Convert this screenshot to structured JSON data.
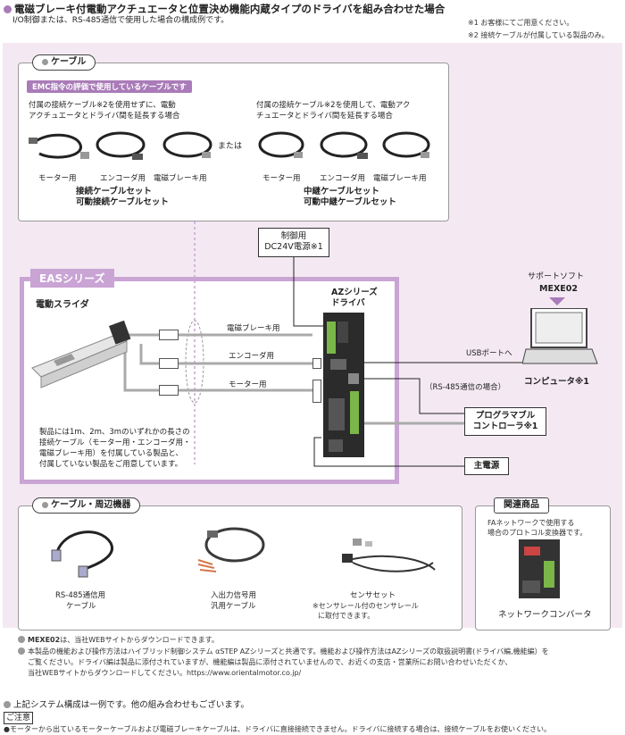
{
  "header": {
    "title": "電磁ブレーキ付電動アクチュエータと位置決め機能内蔵タイプのドライバを組み合わせた場合",
    "subtitle": "I/O制御または、RS-485通信で使用した場合の構成例です。",
    "note1": "※1 お客様にてご用意ください。",
    "note2": "※2 接続ケーブルが付属している製品のみ。"
  },
  "cable_panel": {
    "title": "ケーブル",
    "emc_badge": "EMC指令の評価で使用しているケーブルです",
    "left_desc_1": "付属の接続ケーブル※2を使用せずに、電動",
    "left_desc_2": "アクチュエータとドライバ間を延長する場合",
    "right_desc_1": "付属の接続ケーブル※2を使用して、電動アク",
    "right_desc_2": "チュエータとドライバ間を延長する場合",
    "or_label": "または",
    "left_labels": [
      "モーター用",
      "エンコーダ用",
      "電磁ブレーキ用"
    ],
    "right_labels": [
      "モーター用",
      "エンコーダ用",
      "電磁ブレーキ用"
    ],
    "left_set_1": "接続ケーブルセット",
    "left_set_2": "可動接続ケーブルセット",
    "right_set_1": "中継ケーブルセット",
    "right_set_2": "可動中継ケーブルセット"
  },
  "control_power": {
    "line1": "制御用",
    "line2": "DC24V電源※1"
  },
  "eas": {
    "label": "EASシリーズ",
    "slider_label": "電動スライダ",
    "driver_1": "AZシリーズ",
    "driver_2": "ドライバ",
    "brake_label": "電磁ブレーキ用",
    "encoder_label": "エンコーダ用",
    "motor_label": "モーター用",
    "desc": [
      "製品には1m、2m、3mのいずれかの長さの",
      "接続ケーブル（モーター用・エンコーダ用・",
      "電磁ブレーキ用）を付属している製品と、",
      "付属していない製品をご用意しています。"
    ]
  },
  "software": {
    "line1": "サポートソフト",
    "line2": "MEXE02"
  },
  "computer_label": "コンピュータ※1",
  "usb_label": "USBポートへ",
  "rs485_label": "（RS-485通信の場合）",
  "plc": {
    "line1": "プログラマブル",
    "line2": "コントローラ※1"
  },
  "main_power": "主電源",
  "peripherals": {
    "title": "ケーブル・周辺機器",
    "item1_1": "RS-485通信用",
    "item1_2": "ケーブル",
    "item2_1": "入出力信号用",
    "item2_2": "汎用ケーブル",
    "item3": "センサセット",
    "item3_note_1": "※センサレール付のセンサレール",
    "item3_note_2": "に取付できます。"
  },
  "related": {
    "title": "関連商品",
    "desc_1": "FAネットワークで使用する",
    "desc_2": "場合のプロトコル変換器です。",
    "product": "ネットワークコンバータ"
  },
  "footnotes": {
    "f1_bold": "MEXE02",
    "f1": "は、当社WEBサイトからダウンロードできます。",
    "f2_1": "本製品の機能および操作方法はハイブリッド制御システム αSTEP AZシリーズと共通です。機能および操作方法はAZシリーズの取扱説明書(ドライバ編,機能編）を",
    "f2_2": "ご覧ください。ドライバ編は製品に添付されていますが、機能編は製品に添付されていませんので、お近くの支店・営業所にお問い合わせいただくか、",
    "f2_3": "当社WEBサイトからダウンロードしてください。https://www.orientalmotor.co.jp/"
  },
  "bottom": {
    "example": "上記システム構成は一例です。他の組み合わせもございます。",
    "caution": "ご注意",
    "caution_text": "●モーターから出ているモーターケーブルおよび電磁ブレーキケーブルは、ドライバに直接接続できません。ドライバに接続する場合は、接続ケーブルをお使いください。"
  },
  "colors": {
    "lavender_bg": "#f4e9f2",
    "eas_border": "#c9a4d4",
    "accent": "#a97bb8"
  }
}
